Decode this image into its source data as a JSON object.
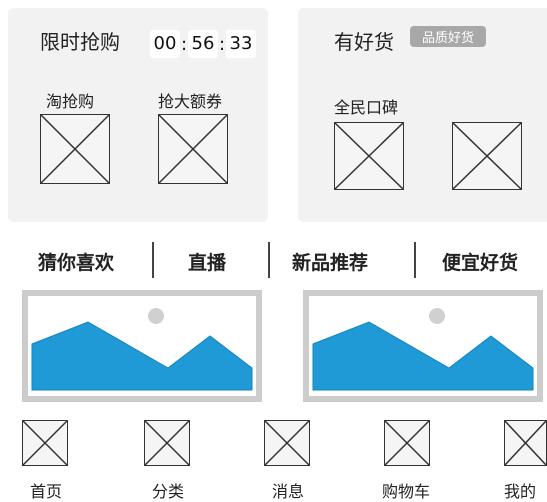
{
  "flash_sale": {
    "title": "限时抢购",
    "countdown": {
      "hours": "00",
      "minutes": "56",
      "seconds": "33"
    },
    "items": [
      {
        "label": "淘抢购"
      },
      {
        "label": "抢大额券"
      }
    ]
  },
  "good_goods": {
    "title": "有好货",
    "badge": "品质好货",
    "items": [
      {
        "label": "全民口碑"
      }
    ]
  },
  "tabs": [
    {
      "label": "猜你喜欢"
    },
    {
      "label": "直播"
    },
    {
      "label": "新品推荐"
    },
    {
      "label": "便宜好货"
    }
  ],
  "bottom_nav": [
    {
      "label": "首页",
      "icon": "home-icon"
    },
    {
      "label": "分类",
      "icon": "category-icon"
    },
    {
      "label": "消息",
      "icon": "message-icon"
    },
    {
      "label": "购物车",
      "icon": "cart-icon"
    },
    {
      "label": "我的",
      "icon": "profile-icon"
    }
  ],
  "colors": {
    "panel_bg": "#f2f2f2",
    "badge_bg": "#a8a8a8",
    "mountain": "#1f9ad6",
    "card_border": "#cccccc",
    "sun": "#d0d0d0"
  }
}
